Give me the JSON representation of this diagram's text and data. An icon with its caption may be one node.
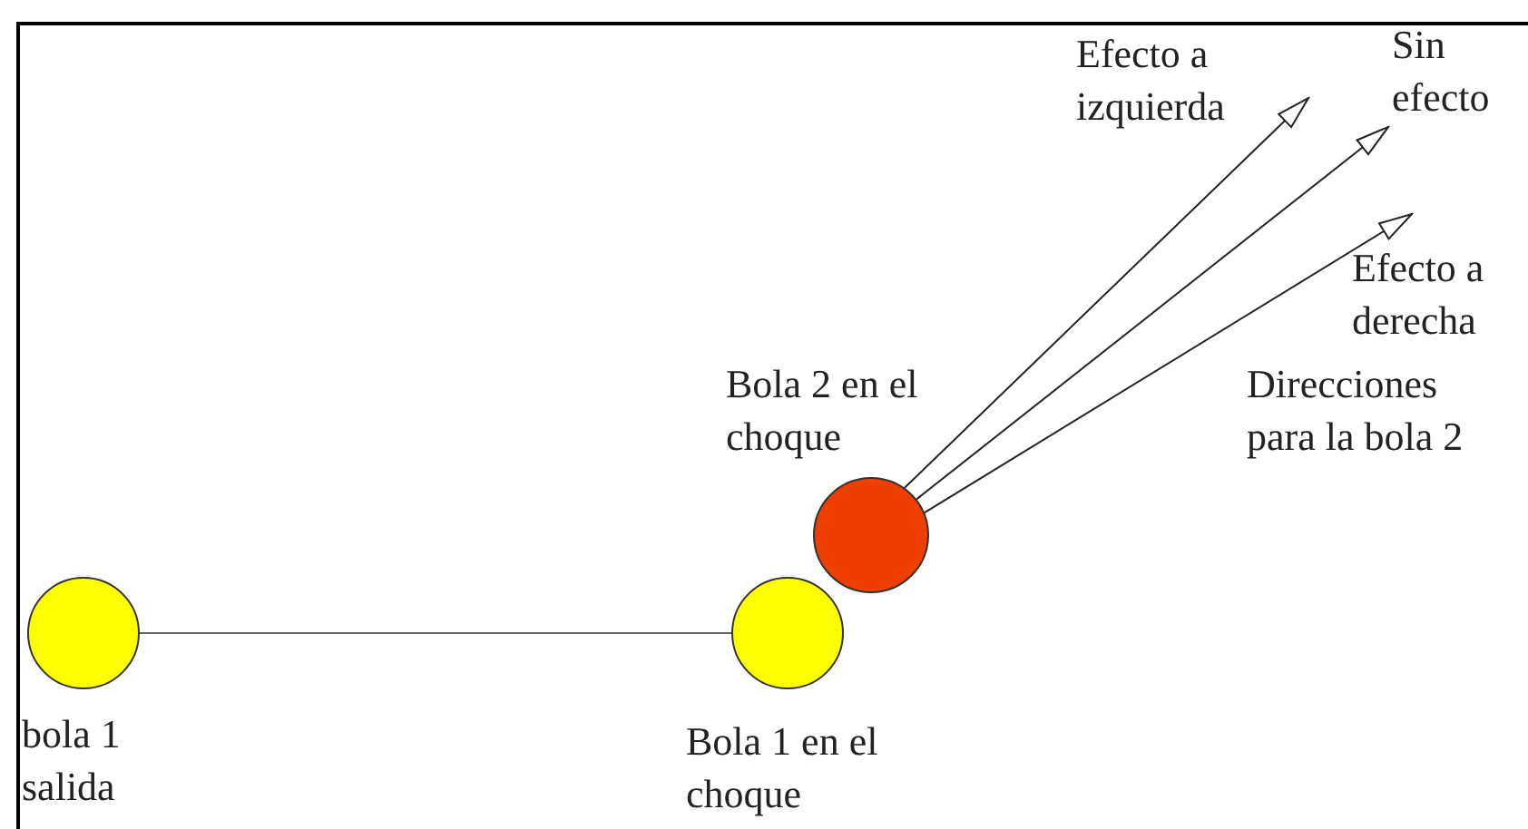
{
  "diagram": {
    "nodes": [
      {
        "text": [],
        "shape": "circle",
        "beside": [
          "bola 1 salida"
        ]
      },
      {
        "text": [],
        "shape": "circle",
        "beside": [
          "Bola 1 en el choque"
        ]
      },
      {
        "text": [],
        "shape": "circle",
        "beside": [
          "Bola 2 en el choque"
        ]
      },
      {
        "text": [
          "Efecto a izquierda"
        ]
      },
      {
        "text": [
          "Sin efecto"
        ]
      },
      {
        "text": [
          "Efecto a derecha"
        ]
      }
    ],
    "edges": [
      {
        "from": 0,
        "to": 1,
        "arrow": "none",
        "color": "#666666"
      },
      {
        "from": 2,
        "to": 3,
        "arrow": "to"
      },
      {
        "from": 2,
        "to": 4,
        "arrow": "to"
      },
      {
        "from": 2,
        "to": 5,
        "arrow": "to"
      }
    ],
    "labels": [
      "Direcciones para la bola 2"
    ]
  }
}
